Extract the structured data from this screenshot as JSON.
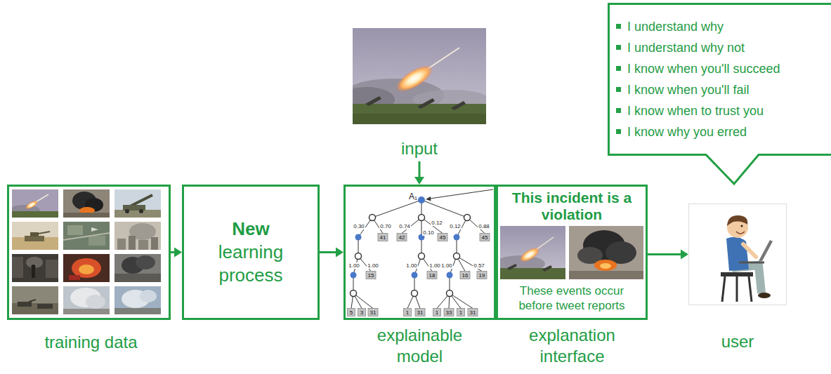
{
  "diagram": {
    "nodes": [
      {
        "text": [
          "training data"
        ]
      },
      {
        "text": [
          "New",
          "learning process"
        ]
      },
      {
        "text": [
          "input"
        ]
      },
      {
        "text": [
          "explainable model"
        ]
      },
      {
        "text": [
          "This incident is a violation",
          "These events occur before tweet reports",
          "explanation interface"
        ]
      },
      {
        "text": [
          "I understand why",
          "I understand why not",
          "I know when you'll succeed",
          "I know when you'll fail",
          "I know when to trust you",
          "I know why you erred"
        ]
      },
      {
        "text": [
          "user"
        ]
      }
    ],
    "edges": [
      {
        "from": 0,
        "to": 1,
        "arrow": "to"
      },
      {
        "from": 1,
        "to": 3,
        "arrow": "to"
      },
      {
        "from": 2,
        "to": 3,
        "arrow": "to"
      },
      {
        "from": 4,
        "to": 6,
        "arrow": "to"
      }
    ],
    "labels": [
      "A₁",
      "0.30",
      "0.70",
      "0.74",
      "0.10",
      "0.12",
      "0.12",
      "0.88",
      "41",
      "42",
      "45",
      "45",
      "1.00",
      "1.00",
      "1.00",
      "1.00",
      "1.00",
      "0.57",
      "15",
      "18",
      "16",
      "19",
      "5",
      "3",
      "31",
      "1",
      "31",
      "1",
      "33",
      "1",
      "31"
    ]
  }
}
